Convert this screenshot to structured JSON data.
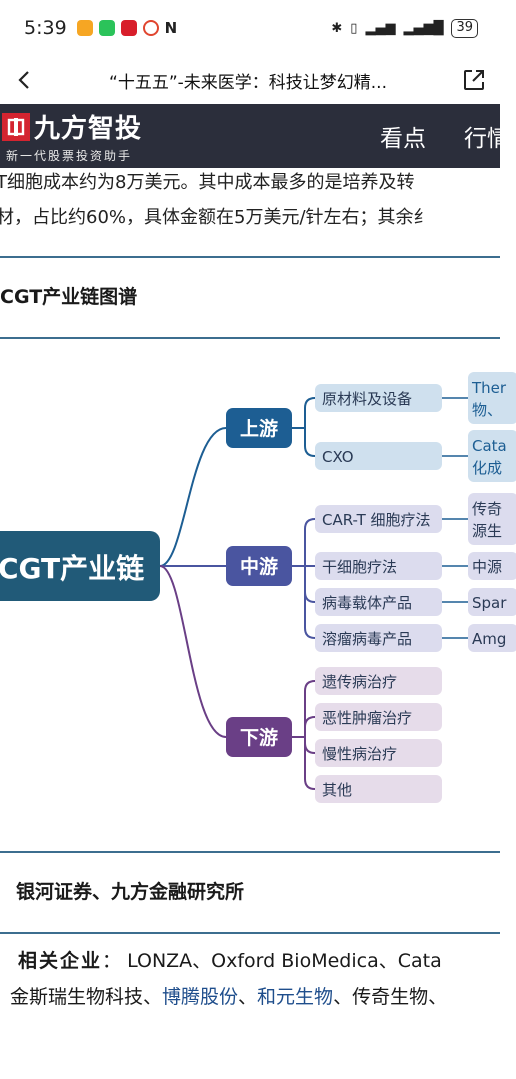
{
  "status": {
    "time": "5:39",
    "icons": [
      "weibo-icon",
      "wechat-icon",
      "netease-icon",
      "search-app-icon",
      "nfc-icon"
    ],
    "right_icons": [
      "bluetooth-icon",
      "vibrate-icon",
      "signal-icon",
      "signal-icon"
    ],
    "battery": "39"
  },
  "nav": {
    "title": "“十五五”-未来医学：科技让梦幻精...",
    "back_icon": "back-arrow-icon",
    "share_icon": "share-icon"
  },
  "brand": {
    "name": "九方智投",
    "slogan": "新一代股票投资助手",
    "tabs": [
      "看点",
      "行情"
    ],
    "colors": {
      "bar": "#2b2e3b",
      "logo": "#d42430"
    }
  },
  "article": {
    "line1": "T细胞成本约为8万美元。其中成本最多的是培养及转",
    "line2": "材，占比约60%，具体金额在5万美元/针左右；其余纟",
    "figure_title": "CGT产业链图谱",
    "source": "银河证券、九方金融研究所",
    "related_label": "相关企业",
    "related_sep": "：",
    "related_line1": "LONZA、Oxford BioMedica、Cata",
    "related_line2_parts": [
      {
        "text": "金斯瑞生物科技、",
        "link": false
      },
      {
        "text": "博腾股份",
        "link": true
      },
      {
        "text": "、",
        "link": false
      },
      {
        "text": "和元生物",
        "link": true
      },
      {
        "text": "、传奇生物、",
        "link": false
      }
    ]
  },
  "diagram": {
    "root": "CGT产业链",
    "branches": [
      {
        "name": "上游",
        "color": "#1d5e93",
        "children": [
          {
            "name": "原材料及设备",
            "leaf": [
              "Ther",
              "物、"
            ]
          },
          {
            "name": "CXO",
            "leaf": [
              "Cata",
              "化成"
            ]
          }
        ]
      },
      {
        "name": "中游",
        "color": "#4a55a0",
        "children": [
          {
            "name": "CAR-T 细胞疗法",
            "leaf": [
              "传奇",
              "源生"
            ]
          },
          {
            "name": "干细胞疗法",
            "leaf": [
              "中源"
            ]
          },
          {
            "name": "病毒载体产品",
            "leaf": [
              "Spar"
            ]
          },
          {
            "name": "溶瘤病毒产品",
            "leaf": [
              "Amg"
            ]
          }
        ]
      },
      {
        "name": "下游",
        "color": "#6a3f86",
        "children": [
          {
            "name": "遗传病治疗",
            "leaf": []
          },
          {
            "name": "恶性肿瘤治疗",
            "leaf": []
          },
          {
            "name": "慢性病治疗",
            "leaf": []
          },
          {
            "name": "其他",
            "leaf": []
          }
        ]
      }
    ]
  }
}
